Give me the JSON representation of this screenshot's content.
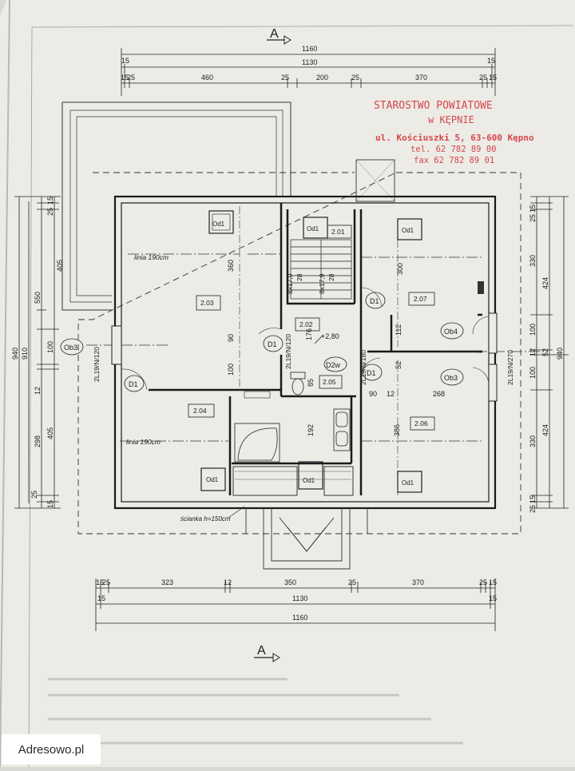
{
  "section_marker": "A",
  "top_dims": {
    "overall": "1160",
    "inner": "1130",
    "wall": "15",
    "segments": [
      "15",
      "25",
      "460",
      "25",
      "200",
      "25",
      "370",
      "25",
      "15"
    ]
  },
  "bottom_dims": {
    "overall": "1160",
    "inner": "1130",
    "wall": "15",
    "segments": [
      "15",
      "25",
      "323",
      "12",
      "350",
      "25",
      "370",
      "25",
      "15"
    ]
  },
  "left_dims": {
    "overall": "940",
    "inner": "910",
    "col_a": [
      "15",
      "25",
      "405",
      "100",
      "12",
      "405",
      "25",
      "15"
    ],
    "col_b": [
      "550",
      "298"
    ]
  },
  "right_dims": {
    "overall": "940",
    "col_a": [
      "15",
      "25",
      "330",
      "100",
      "12",
      "100",
      "330",
      "15",
      "25"
    ],
    "col_b": [
      "424",
      "424"
    ],
    "small": [
      "112",
      "52",
      "100",
      "176"
    ]
  },
  "rooms": {
    "r203": "2.03",
    "r201": "2.01",
    "r202": "2.02",
    "r207": "2.07",
    "r204": "2.04",
    "r205": "2.05",
    "r206": "2.06"
  },
  "windows": {
    "od1": "Od1",
    "ob3": "Ob3",
    "ob4": "Ob4"
  },
  "doors": {
    "d1": "D1",
    "d2w": "D2w"
  },
  "notes": {
    "linia": "linia 190cm",
    "scianka": "ścianka h=150cm",
    "stairs": "8x17,9",
    "stairs_tread": "28",
    "level": "+2,80",
    "door_tag_120": "2L19/N/120",
    "door_tag_180": "2L19/N/180",
    "door_tag_270": "2L19/N/270"
  },
  "inner_dims": {
    "d360": "360",
    "d90": "90",
    "d100": "100",
    "d300": "300",
    "d386": "386",
    "d268": "268",
    "d192": "192",
    "d85": "85",
    "d12": "12"
  },
  "stamp": {
    "line1": "STAROSTWO POWIATOWE",
    "line2": "w KĘPNIE",
    "line3": "ul. Kościuszki 5, 63-600 Kępno",
    "line4": "tel. 62 782 89 00",
    "line5": "fax 62 782 89 01"
  },
  "watermark": "Adresowo.pl"
}
